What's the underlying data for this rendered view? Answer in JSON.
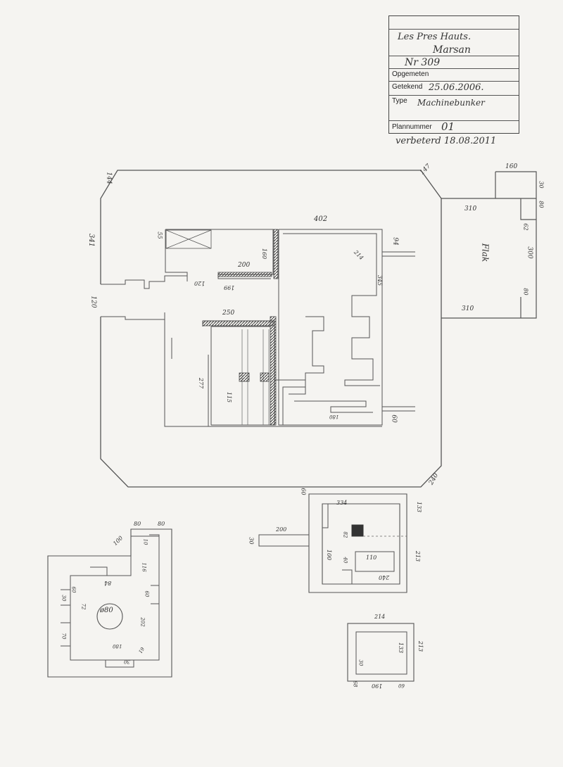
{
  "title_block": {
    "location_line1": "Les Pres Hauts.",
    "location_line2": "Marsan",
    "number": "Nr 309",
    "surveyed_label": "Opgemeten",
    "surveyed_value": "",
    "drawn_label": "Getekend",
    "drawn_value": "25.06.2006.",
    "type_label": "Type",
    "type_value": "Machinebunker",
    "plan_label": "Plannummer",
    "plan_value": "01"
  },
  "revision_note": "verbeterd 18.08.2011",
  "annexe_label": "Flak",
  "room_labels": {
    "circle": "ø80"
  },
  "dimensions": {
    "main_top": "402",
    "main_left": "341",
    "corner_tl": "144",
    "corner_tr": "147",
    "corner_br": "240",
    "left_opening": "120",
    "annexe_top": "160",
    "annexe_width": "310",
    "annexe_height": "300",
    "annexe_bottom": "310",
    "annexe_side": "30",
    "annexe_side_b": "80",
    "annexe_inner": "62",
    "annexe_inner_b": "80",
    "room_a": "200",
    "room_a_wall": "160",
    "room_b": "214",
    "room_b_side": "345",
    "corridor": "250",
    "wall_94": "94",
    "right_60": "60",
    "left_room": "277",
    "center_room": "115",
    "small_a": "55",
    "small_b": "120",
    "small_c": "199",
    "small_d": "180",
    "mid_bunker_top": "334",
    "mid_bunker_right": "133",
    "mid_bunker_side": "213",
    "mid_bunker_ext": "200",
    "mid_bunker_ext_end": "30",
    "mid_bunker_60": "60",
    "mid_inner_a": "110",
    "mid_inner_b": "240",
    "mid_inner_c": "100",
    "mid_inner_d": "82",
    "mid_inner_e": "40",
    "left_bunker_top": "80",
    "left_bunker_top_b": "80",
    "left_bunker_100": "100",
    "left_bunker_10": "10",
    "left_bunker_116": "116",
    "left_bunker_60": "60",
    "left_bunker_20x": "202",
    "left_bunker_180": "180",
    "left_bunker_61": "61",
    "left_bunker_30": "30",
    "left_bunker_84": "84",
    "left_bunker_60b": "60",
    "left_bunker_72": "72",
    "left_bunker_30b": "30",
    "left_bunker_70": "70",
    "small_bunker_top": "214",
    "small_bunker_side": "213",
    "small_bunker_inner": "133",
    "small_bunker_bottom": "190",
    "small_bunker_a": "60",
    "small_bunker_b": "30",
    "small_bunker_c": "68"
  },
  "colors": {
    "paper": "#f5f4f1",
    "ink": "#444444",
    "pencil": "#555555",
    "hatch": "#333333"
  }
}
